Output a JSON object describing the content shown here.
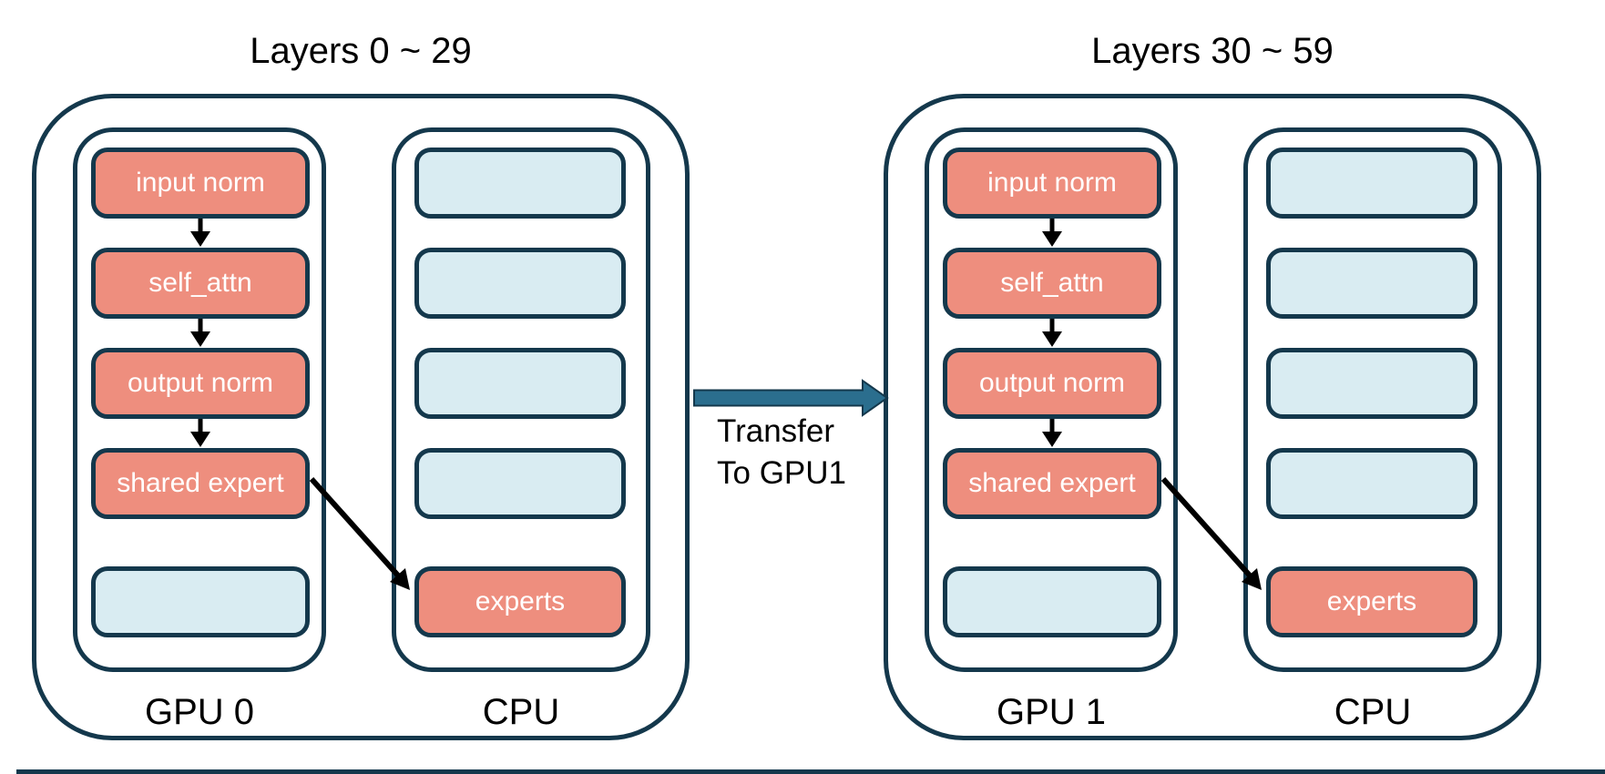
{
  "groups": [
    {
      "title": "Layers 0 ~ 29",
      "gpu_label": "GPU 0",
      "cpu_label": "CPU",
      "gpu_boxes": [
        "input norm",
        "self_attn",
        "output norm",
        "shared expert",
        ""
      ],
      "cpu_boxes": [
        "",
        "",
        "",
        "",
        "experts"
      ]
    },
    {
      "title": "Layers 30 ~ 59",
      "gpu_label": "GPU 1",
      "cpu_label": "CPU",
      "gpu_boxes": [
        "input norm",
        "self_attn",
        "output norm",
        "shared expert",
        ""
      ],
      "cpu_boxes": [
        "",
        "",
        "",
        "",
        "experts"
      ]
    }
  ],
  "transfer": {
    "line1": "Transfer",
    "line2": "To GPU1"
  },
  "colors": {
    "background": "#ffffff",
    "outline": "#14384c",
    "module_fill": "#ee8e7e",
    "empty_fill": "#d9ecf2",
    "transfer_arrow": "#2b6e8e",
    "flow_arrow": "#000000",
    "text_on_module": "#ffffff",
    "label_text": "#000000"
  }
}
